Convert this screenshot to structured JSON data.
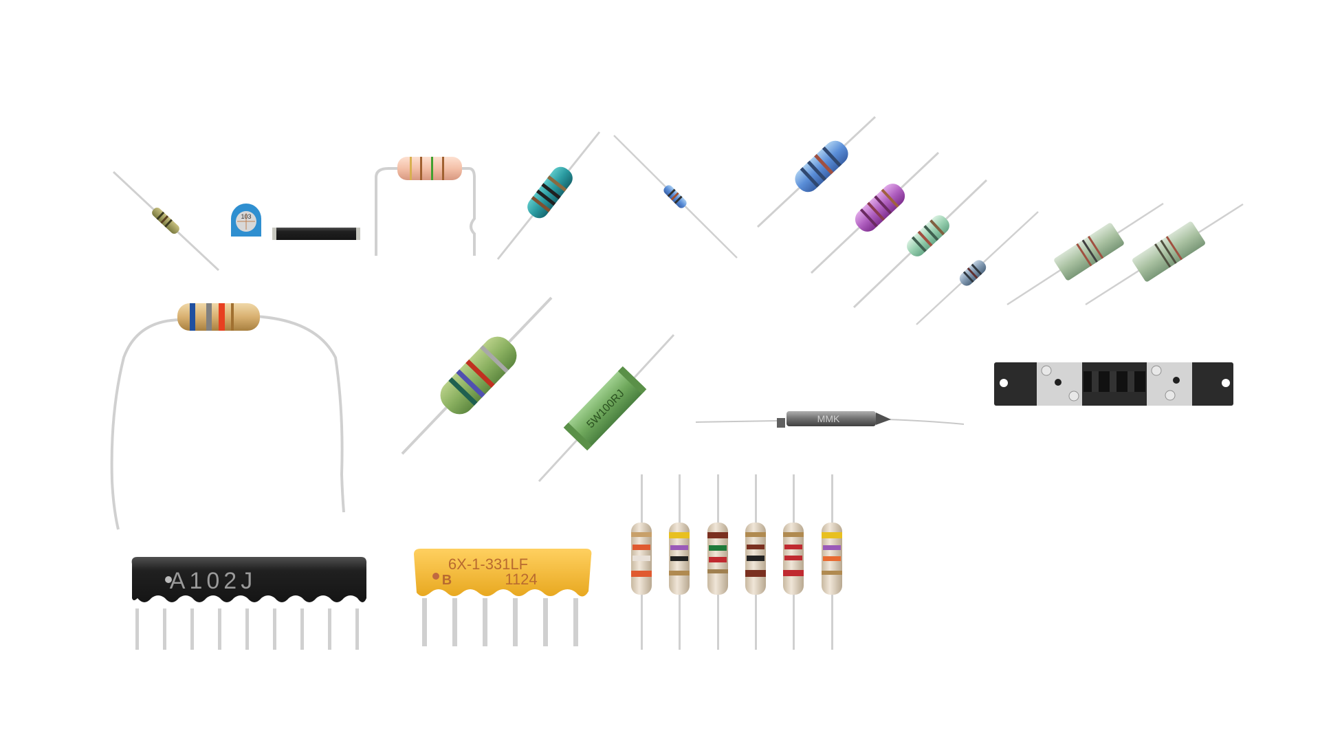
{
  "scene": {
    "description": "Assorted resistors on white background",
    "background": "#ffffff"
  },
  "components": {
    "sip_network_black": {
      "marking": "A102J",
      "pins": 9,
      "body_color": "#2a2a2a"
    },
    "sip_network_yellow": {
      "marking_line1": "6X-1-331LF",
      "marking_line2": "1124",
      "logo": "B",
      "pins": 6,
      "body_color": "#f2b534"
    },
    "wirewound_green": {
      "marking": "5W100RJ",
      "body_color": "#6fa85c"
    },
    "melf_resistor": {
      "marking": "MMK"
    },
    "shunt_resistor": {
      "body_color": "#2b2b2b",
      "plate_color": "#d4d4d4"
    },
    "trimmer": {
      "body_color": "#2f8fd0",
      "marking": "103"
    },
    "carbon_film_row": [
      {
        "bands": [
          "#c8a06a",
          "#e05a30",
          "#e8e0d8",
          "#e05a30"
        ]
      },
      {
        "bands": [
          "#e8c020",
          "#9a5ab8",
          "#222222",
          "#b08a50"
        ]
      },
      {
        "bands": [
          "#7a3020",
          "#1f7a3a",
          "#c02a30",
          "#a08050"
        ]
      },
      {
        "bands": [
          "#b08a50",
          "#7a3020",
          "#222222",
          "#7a3020"
        ]
      },
      {
        "bands": [
          "#b08a50",
          "#c02a30",
          "#c02a30",
          "#c02a30"
        ]
      },
      {
        "bands": [
          "#e8c020",
          "#9a5ab8",
          "#e86a30",
          "#b08a50"
        ]
      }
    ],
    "large_bent_resistor": {
      "bands": [
        "#2050a0",
        "#808080",
        "#e84020"
      ]
    },
    "pink_resistor": {
      "bands": [
        "#d8b050",
        "#a06030",
        "#40a030",
        "#a06030"
      ]
    }
  }
}
